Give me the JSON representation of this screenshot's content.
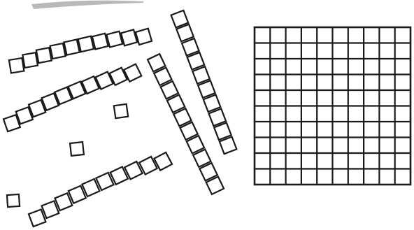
{
  "colors": {
    "ink": "#1a1a1a",
    "paper": "#ffffff",
    "smudge": "#b9b9b9"
  },
  "blocks": {
    "hundreds_flats": 1,
    "tens_rods": 5,
    "ones_units": 3,
    "cells_per_rod": 10,
    "flat_grid": [
      10,
      10
    ]
  }
}
